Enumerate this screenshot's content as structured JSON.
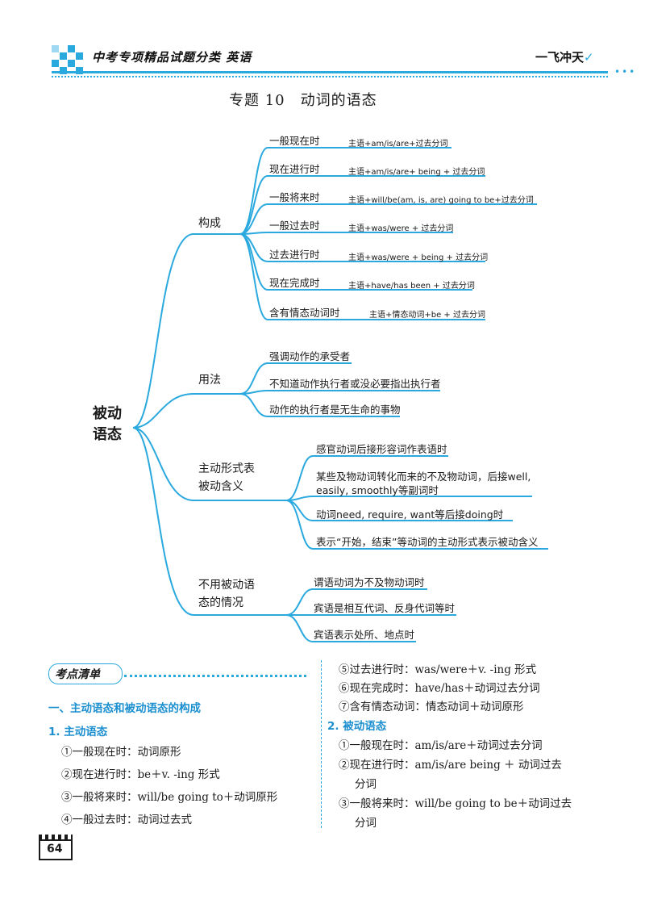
{
  "header": {
    "title": "中考专项精品试题分类 英语",
    "brand": "一飞冲天",
    "accent_color": "#2aa9df"
  },
  "topic_title": "专题 10　动词的语态",
  "mindmap": {
    "root": "被动语态",
    "branches": [
      {
        "label": "构成",
        "items": [
          {
            "text": "一般现在时",
            "formula": "主语+am/is/are+过去分词"
          },
          {
            "text": "现在进行时",
            "formula": "主语+am/is/are+ being + 过去分词"
          },
          {
            "text": "一般将来时",
            "formula": "主语+will/be(am, is, are) going to be+过去分词"
          },
          {
            "text": "一般过去时",
            "formula": "主语+was/were + 过去分词"
          },
          {
            "text": "过去进行时",
            "formula": "主语+was/were + being + 过去分词"
          },
          {
            "text": "现在完成时",
            "formula": "主语+have/has been + 过去分词"
          },
          {
            "text": "含有情态动词时",
            "formula": "主语+情态动词+be + 过去分词"
          }
        ]
      },
      {
        "label": "用法",
        "items": [
          {
            "text": "强调动作的承受者"
          },
          {
            "text": "不知道动作执行者或没必要指出执行者"
          },
          {
            "text": "动作的执行者是无生命的事物"
          }
        ]
      },
      {
        "label": "主动形式表被动含义",
        "label_lines": [
          "主动形式表",
          "被动含义"
        ],
        "items": [
          {
            "text": "感官动词后接形容词作表语时"
          },
          {
            "text": "某些及物动词转化而来的不及物动词，后接well, easily, smoothly等副词时",
            "lines": [
              "某些及物动词转化而来的不及物动词，后接well,",
              "easily, smoothly等副词时"
            ]
          },
          {
            "text": "动词need, require, want等后接doing时"
          },
          {
            "text": "表示“开始，结束”等动词的主动形式表示被动含义"
          }
        ]
      },
      {
        "label": "不用被动语态的情况",
        "label_lines": [
          "不用被动语",
          "态的情况"
        ],
        "items": [
          {
            "text": "谓语动词为不及物动词时"
          },
          {
            "text": "宾语是相互代词、反身代词等时"
          },
          {
            "text": "宾语表示处所、地点时"
          }
        ]
      }
    ]
  },
  "checklist": {
    "tag": "考点清单",
    "section_title": "一、主动语态和被动语态的构成",
    "active": {
      "title": "1. 主动语态",
      "items": [
        "①一般现在时：动词原形",
        "②现在进行时：be＋v. -ing 形式",
        "③一般将来时：will/be going to＋动词原形",
        "④一般过去时：动词过去式",
        "⑤过去进行时：was/were＋v. -ing 形式",
        "⑥现在完成时：have/has＋动词过去分词",
        "⑦含有情态动词：情态动词＋动词原形"
      ]
    },
    "passive": {
      "title": "2. 被动语态",
      "items": [
        "①一般现在时：am/is/are＋动词过去分词",
        "②现在进行时：am/is/are being ＋ 动词过去分词",
        "③一般将来时：will/be going to be＋动词过去分词"
      ],
      "item_lines": [
        [
          "①一般现在时：am/is/are＋动词过去分词"
        ],
        [
          "②现在进行时：am/is/are being ＋ 动词过去",
          "分词"
        ],
        [
          "③一般将来时：will/be going to be＋动词过去",
          "分词"
        ]
      ]
    }
  },
  "page_number": "64"
}
